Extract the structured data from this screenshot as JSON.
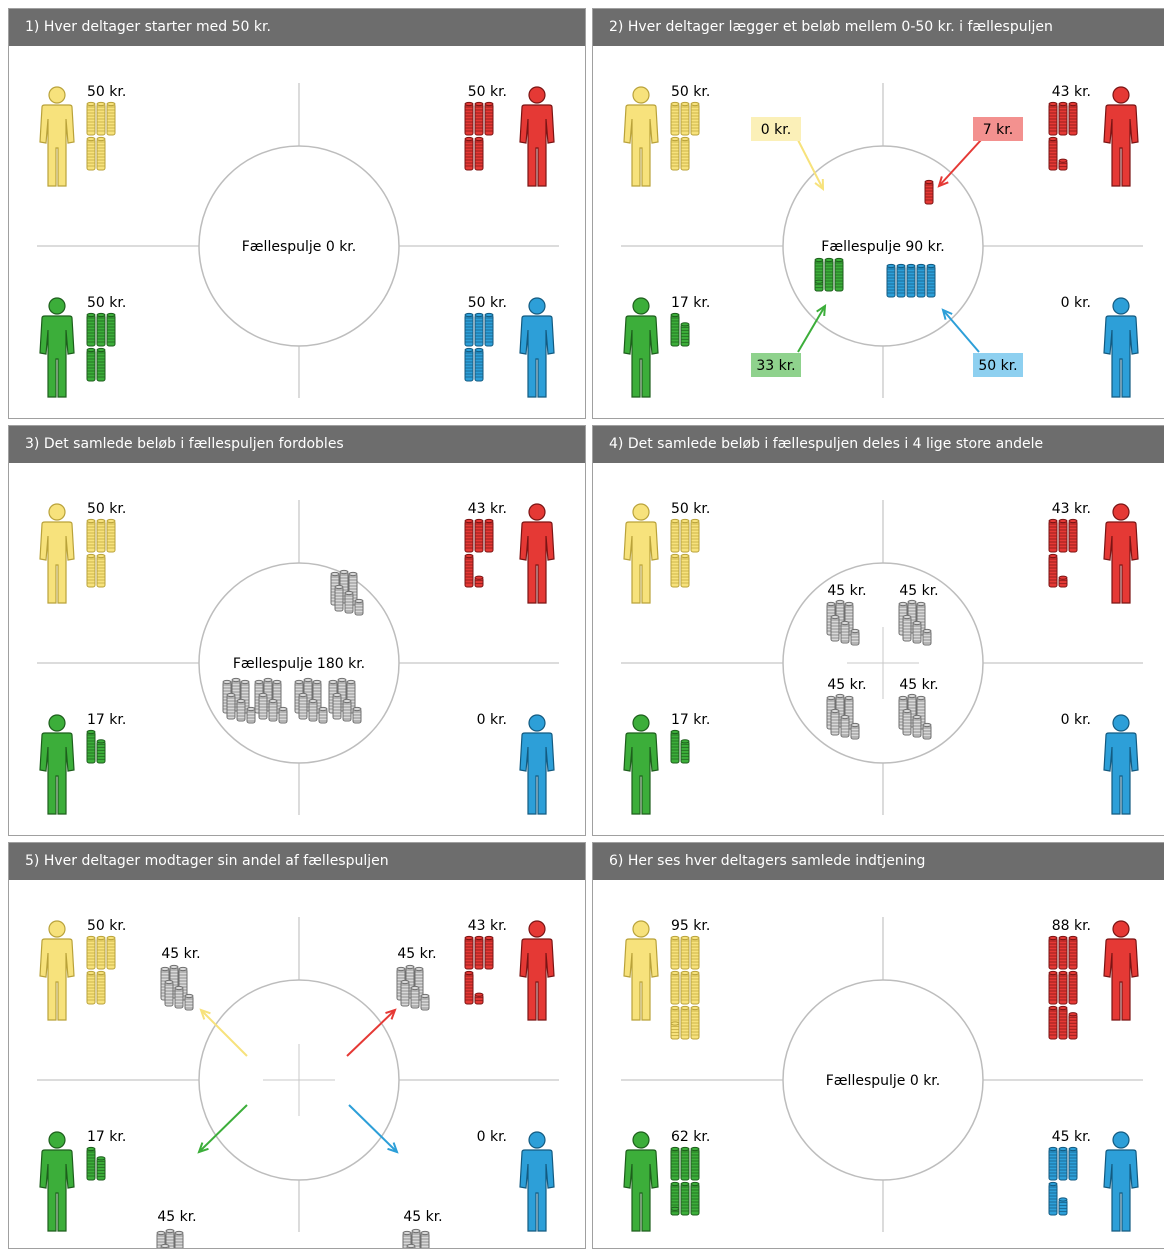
{
  "colors": {
    "yellow": "#f7e27c",
    "yellow_dark": "#b9a23a",
    "red": "#e53935",
    "red_dark": "#7a1414",
    "green": "#3cae3a",
    "green_dark": "#1d5e1c",
    "blue": "#2d9fd8",
    "blue_dark": "#135a80",
    "coin_grey": "#d9d9d9",
    "coin_grey_dark": "#6f6f6f",
    "header_bg": "#6d6d6d",
    "circle": "#bdbdbd"
  },
  "icons": {
    "person": "person-icon",
    "coin_stack": "coin-stack-icon",
    "arrow": "arrow-icon"
  },
  "panels": [
    {
      "title": "1)  Hver deltager starter med 50 kr.",
      "pool_label": "Fællespulje 0 kr.",
      "players": [
        {
          "label": "50 kr.",
          "amount": 50
        },
        {
          "label": "50 kr.",
          "amount": 50
        },
        {
          "label": "50 kr.",
          "amount": 50
        },
        {
          "label": "50 kr.",
          "amount": 50
        }
      ]
    },
    {
      "title": "2)  Hver deltager lægger et beløb mellem 0-50 kr. i fællespuljen",
      "pool_label": "Fællespulje 90 kr.",
      "players": [
        {
          "label": "50 kr.",
          "amount": 50
        },
        {
          "label": "43 kr.",
          "amount": 43
        },
        {
          "label": "17 kr.",
          "amount": 17
        },
        {
          "label": "0 kr.",
          "amount": 0
        }
      ],
      "contributions": [
        {
          "label": "0 kr.",
          "amount": 0
        },
        {
          "label": "7 kr.",
          "amount": 7
        },
        {
          "label": "33 kr.",
          "amount": 33
        },
        {
          "label": "50 kr.",
          "amount": 50
        }
      ]
    },
    {
      "title": "3)  Det samlede beløb i fællespuljen fordobles",
      "pool_label": "Fællespulje 180 kr.",
      "players": [
        {
          "label": "50 kr.",
          "amount": 50
        },
        {
          "label": "43 kr.",
          "amount": 43
        },
        {
          "label": "17 kr.",
          "amount": 17
        },
        {
          "label": "0 kr.",
          "amount": 0
        }
      ]
    },
    {
      "title": "4)  Det samlede beløb i fællespuljen deles i 4 lige store andele",
      "players": [
        {
          "label": "50 kr.",
          "amount": 50
        },
        {
          "label": "43 kr.",
          "amount": 43
        },
        {
          "label": "17 kr.",
          "amount": 17
        },
        {
          "label": "0 kr.",
          "amount": 0
        }
      ],
      "shares": [
        "45 kr.",
        "45 kr.",
        "45 kr.",
        "45 kr."
      ]
    },
    {
      "title": "5)  Hver deltager modtager sin andel af fællespuljen",
      "players": [
        {
          "label": "50 kr.",
          "amount": 50
        },
        {
          "label": "43 kr.",
          "amount": 43
        },
        {
          "label": "17 kr.",
          "amount": 17
        },
        {
          "label": "0 kr.",
          "amount": 0
        }
      ],
      "shares": [
        "45 kr.",
        "45 kr.",
        "45 kr.",
        "45 kr."
      ]
    },
    {
      "title": "6)  Her ses hver deltagers samlede indtjening",
      "pool_label": "Fællespulje 0 kr.",
      "players": [
        {
          "label": "95 kr.",
          "amount": 95
        },
        {
          "label": "88 kr.",
          "amount": 88
        },
        {
          "label": "62 kr.",
          "amount": 62
        },
        {
          "label": "45 kr.",
          "amount": 45
        }
      ]
    }
  ]
}
